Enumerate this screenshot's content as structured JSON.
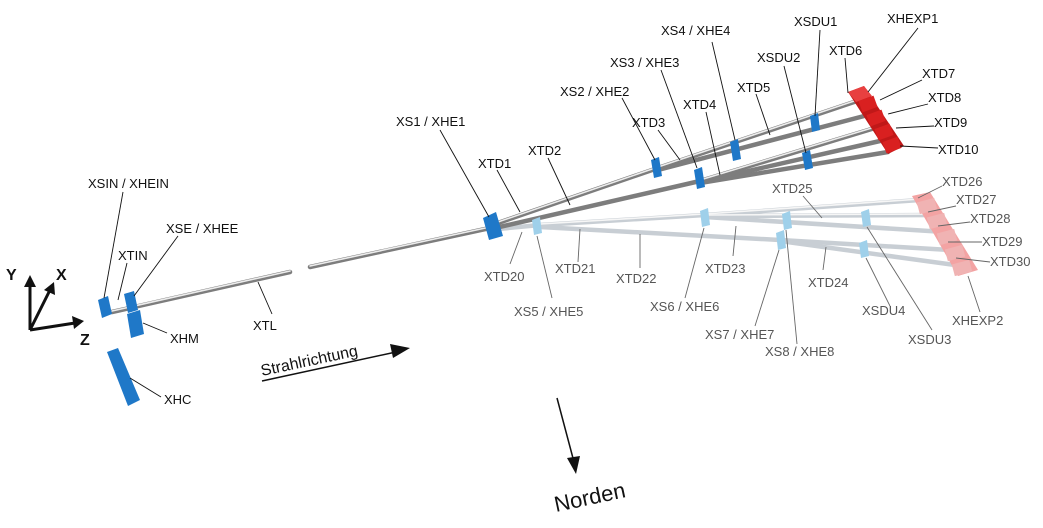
{
  "labels": {
    "xsin_xhein": "XSIN / XHEIN",
    "xtin": "XTIN",
    "xse_xhee": "XSE / XHEE",
    "xhm": "XHM",
    "xhc": "XHC",
    "xtl": "XTL",
    "xs1_xhe1": "XS1 / XHE1",
    "xtd1": "XTD1",
    "xtd2": "XTD2",
    "xs2_xhe2": "XS2 / XHE2",
    "xtd3": "XTD3",
    "xs3_xhe3": "XS3 / XHE3",
    "xtd4": "XTD4",
    "xs4_xhe4": "XS4 / XHE4",
    "xtd5": "XTD5",
    "xsdu2": "XSDU2",
    "xsdu1": "XSDU1",
    "xtd6": "XTD6",
    "xhexp1": "XHEXP1",
    "xtd7": "XTD7",
    "xtd8": "XTD8",
    "xtd9": "XTD9",
    "xtd10": "XTD10",
    "xtd20": "XTD20",
    "xs5_xhe5": "XS5 / XHE5",
    "xtd21": "XTD21",
    "xtd22": "XTD22",
    "xs6_xhe6": "XS6 / XHE6",
    "xtd23": "XTD23",
    "xs7_xhe7": "XS7 / XHE7",
    "xs8_xhe8": "XS8 / XHE8",
    "xtd24": "XTD24",
    "xtd25": "XTD25",
    "xsdu4": "XSDU4",
    "xsdu3": "XSDU3",
    "xhexp2": "XHEXP2",
    "xtd26": "XTD26",
    "xtd27": "XTD27",
    "xtd28": "XTD28",
    "xtd29": "XTD29",
    "xtd30": "XTD30"
  },
  "axes": {
    "x": "X",
    "y": "Y",
    "z": "Z"
  },
  "beam_direction": "Strahlrichtung",
  "north": "Norden",
  "colors": {
    "device_blue": "#1f78c8",
    "device_blue_faint": "#9fd0ea",
    "dump_red": "#d92020",
    "dump_red_faint": "#f3a3a3"
  }
}
